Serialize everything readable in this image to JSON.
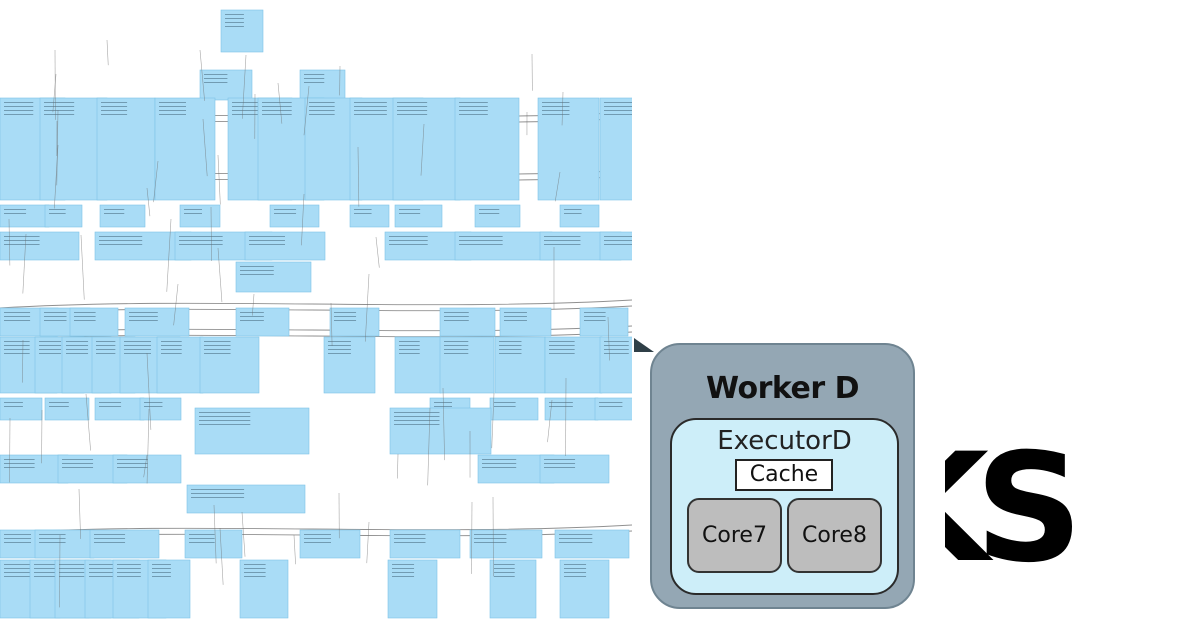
{
  "colors": {
    "dag_box_fill": "#a9dcf6",
    "dag_box_stroke": "#7ec3e6",
    "dag_edge": "#6b6b6b",
    "worker_fill": "#94a7b4",
    "executor_fill": "#cdeef9",
    "core_fill": "#bdbdbd",
    "cache_fill": "#ffffff",
    "brand": "#000000"
  },
  "worker": {
    "title": "Worker D",
    "executor": {
      "title": "ExecutorD",
      "cache_label": "Cache",
      "cores": [
        "Core7",
        "Core8"
      ]
    }
  },
  "brand": {
    "visible_text": "KS"
  }
}
